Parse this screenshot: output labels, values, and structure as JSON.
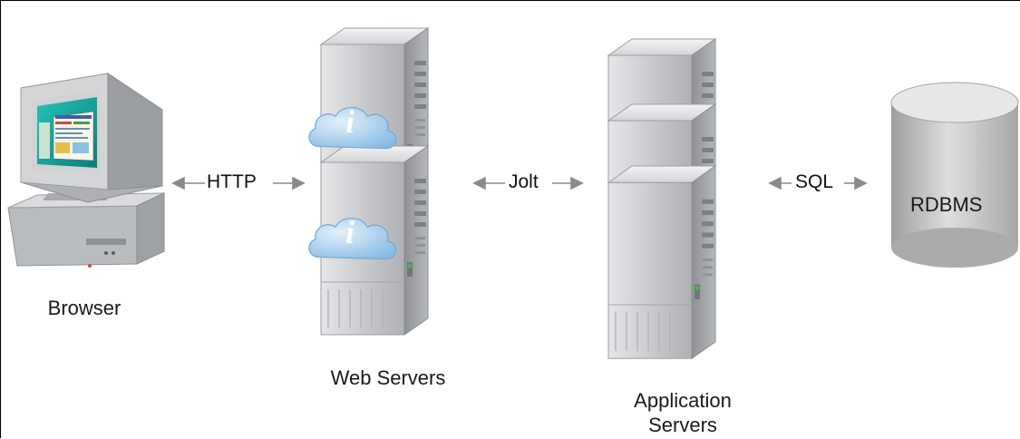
{
  "labels": {
    "browser": "Browser",
    "web_servers": "Web Servers",
    "application_servers_line1": "Application",
    "application_servers_line2": "Servers",
    "rdbms": "RDBMS"
  },
  "connectors": {
    "http": "HTTP",
    "jolt": "Jolt",
    "sql": "SQL"
  },
  "icons": {
    "web_server_badge": "i",
    "info_cloud_color": "#a7d0ee",
    "status_led_color": "#3ec43e",
    "monitor_screen_color": "#18a8a0",
    "server_color": "#c4c6c8",
    "arrow_color": "#8a8a8a"
  }
}
